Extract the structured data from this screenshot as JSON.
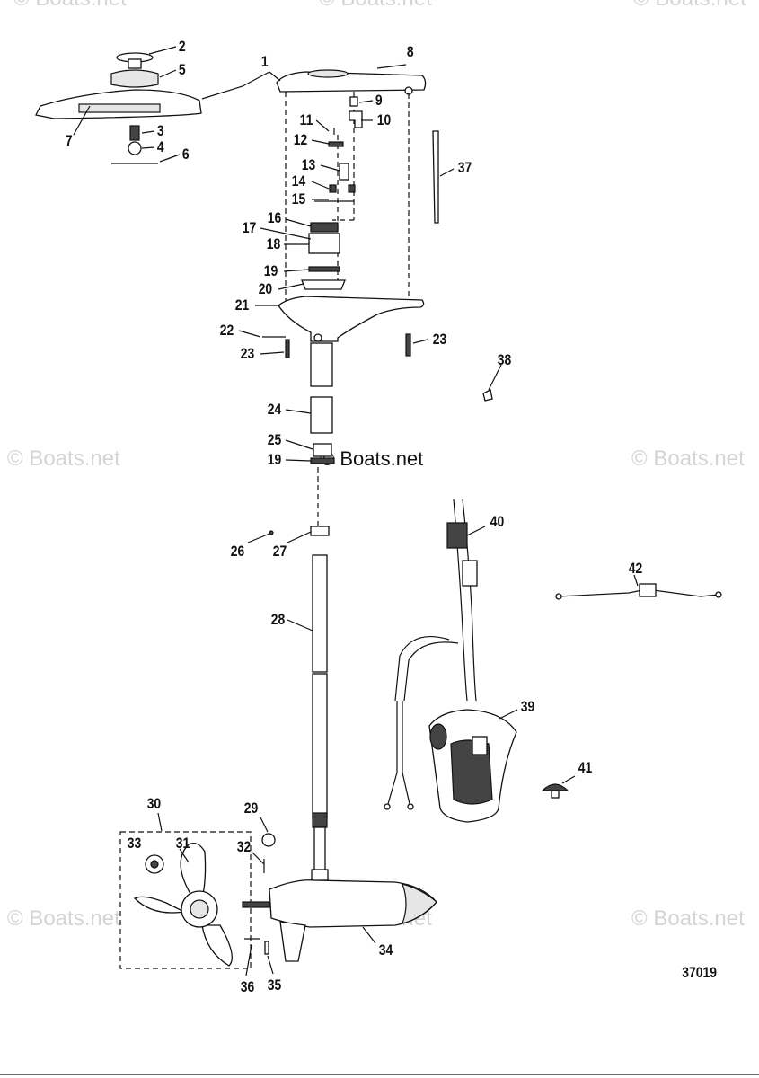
{
  "watermark": {
    "text": "© Boats.net",
    "center_text": "© Boats.net"
  },
  "diagram_id": "37019",
  "callouts": [
    "1",
    "2",
    "3",
    "4",
    "5",
    "6",
    "7",
    "8",
    "9",
    "10",
    "11",
    "12",
    "13",
    "14",
    "15",
    "16",
    "17",
    "18",
    "19",
    "20",
    "21",
    "22",
    "23",
    "23",
    "24",
    "25",
    "19",
    "26",
    "27",
    "28",
    "29",
    "30",
    "31",
    "32",
    "33",
    "34",
    "35",
    "36",
    "37",
    "38",
    "39",
    "40",
    "41",
    "42"
  ],
  "colors": {
    "ink": "#111111",
    "watermark": "#d4d4d4"
  }
}
